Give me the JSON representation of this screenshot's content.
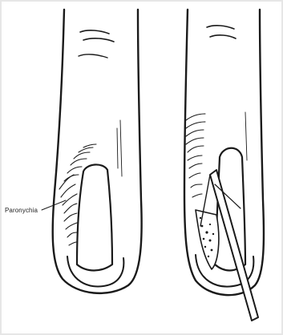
{
  "figure": {
    "label": "Paronychia",
    "ink_color": "#1a1a1a",
    "fill_color": "#ffffff",
    "panel_border_color": "#d8d8d8"
  },
  "panels": [
    {
      "name": "left-finger"
    },
    {
      "name": "right-finger-with-probe"
    }
  ]
}
